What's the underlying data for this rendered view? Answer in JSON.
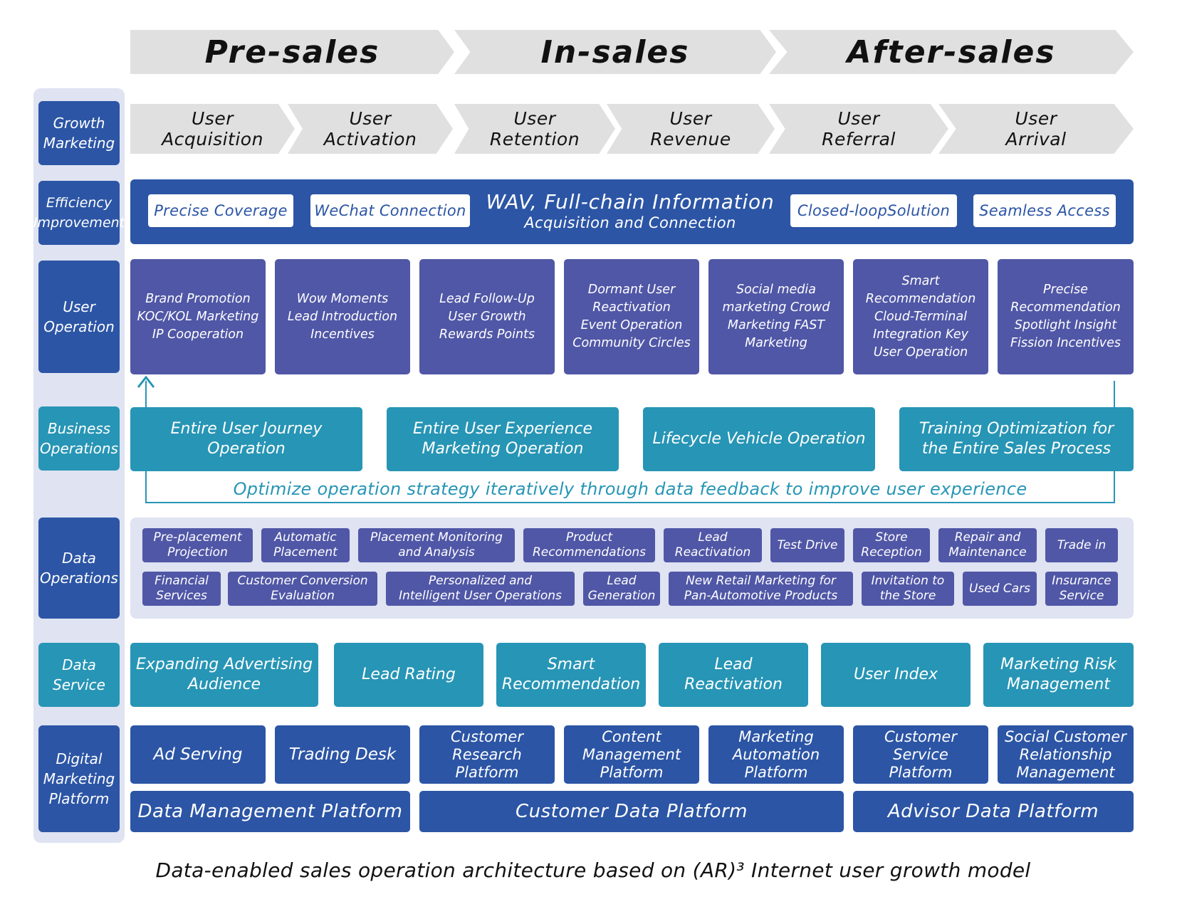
{
  "phases": [
    "Pre-sales",
    "In-sales",
    "After-sales"
  ],
  "row_labels": {
    "growth_marketing": "Growth\nMarketing",
    "efficiency_improvement": "Efficiency\nImprovement",
    "user_operation": "User\nOperation",
    "business_operations": "Business\nOperations",
    "data_operations": "Data\nOperations",
    "data_service": "Data\nService",
    "digital_marketing_platform": "Digital\nMarketing\nPlatform"
  },
  "stages": [
    "User\nAcquisition",
    "User\nActivation",
    "User\nRetention",
    "User\nRevenue",
    "User\nReferral",
    "User\nArrival"
  ],
  "efficiency": {
    "left_pills": [
      "Precise Coverage",
      "WeChat Connection"
    ],
    "center_title": "WAV, Full-chain Information",
    "center_subtitle": "Acquisition and Connection",
    "right_pills": [
      "Closed-loopSolution",
      "Seamless Access"
    ]
  },
  "user_operation": [
    "Brand Promotion\nKOC/KOL Marketing\nIP Cooperation",
    "Wow Moments\nLead Introduction\nIncentives",
    "Lead Follow-Up\nUser Growth\nRewards Points",
    "Dormant User\nReactivation\nEvent Operation\nCommunity Circles",
    "Social media\nmarketing Crowd\nMarketing FAST\nMarketing",
    "Smart\nRecommendation\nCloud-Terminal\nIntegration Key\nUser Operation",
    "Precise\nRecommendation\nSpotlight Insight\nFission Incentives"
  ],
  "business_operations": [
    "Entire User Journey\nOperation",
    "Entire User Experience\nMarketing Operation",
    "Lifecycle Vehicle Operation",
    "Training Optimization for\nthe Entire Sales Process"
  ],
  "feedback_loop": "Optimize operation strategy iteratively through data feedback to improve user experience",
  "data_operations": {
    "row1": [
      "Pre-placement\nProjection",
      "Automatic\nPlacement",
      "Placement Monitoring\nand Analysis",
      "Product\nRecommendations",
      "Lead\nReactivation",
      "Test Drive",
      "Store\nReception",
      "Repair and\nMaintenance",
      "Trade in"
    ],
    "row2": [
      "Financial\nServices",
      "Customer Conversion\nEvaluation",
      "Personalized and\nIntelligent User Operations",
      "Lead\nGeneration",
      "New Retail Marketing for\nPan-Automotive Products",
      "Invitation to\nthe Store",
      "Used Cars",
      "Insurance\nService"
    ]
  },
  "data_service": [
    "Expanding Advertising\nAudience",
    "Lead Rating",
    "Smart\nRecommendation",
    "Lead\nReactivation",
    "User Index",
    "Marketing Risk\nManagement"
  ],
  "digital_marketing_platform": {
    "tools": [
      "Ad Serving",
      "Trading Desk",
      "Customer\nResearch\nPlatform",
      "Content\nManagement\nPlatform",
      "Marketing\nAutomation\nPlatform",
      "Customer\nService\nPlatform",
      "Social Customer\nRelationship\nManagement"
    ],
    "platforms": [
      "Data Management Platform",
      "Customer Data Platform",
      "Advisor Data Platform"
    ]
  },
  "caption": "Data-enabled sales operation architecture based on (AR)³ Internet user growth model",
  "colors": {
    "navy": "#2c55a5",
    "purple": "#5057a6",
    "teal": "#2795b5",
    "chevron_gray": "#e0e0e0",
    "sidebar_bg": "#dfe3f2"
  }
}
